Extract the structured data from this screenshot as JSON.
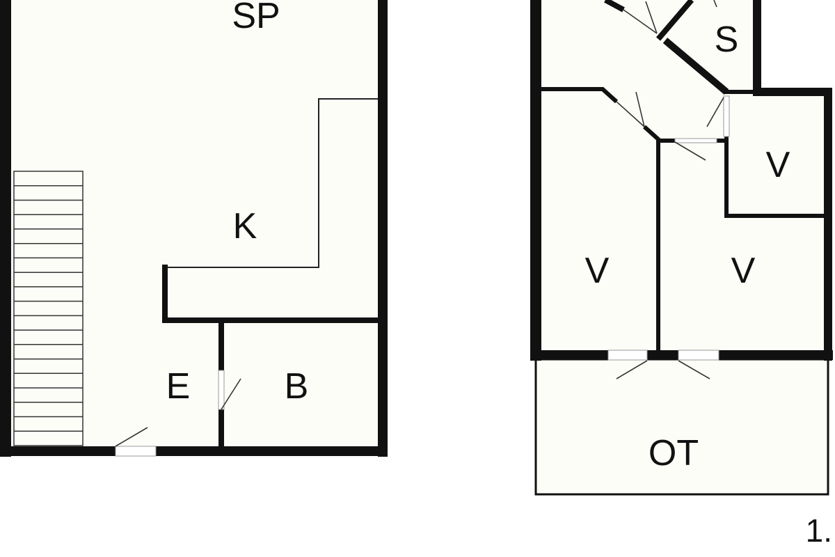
{
  "plan": {
    "colors": {
      "wall": "#111111",
      "floor": "#fcfdf7",
      "background": "#ffffff"
    },
    "rooms": {
      "sp": "SP",
      "k": "K",
      "e": "E",
      "b": "B",
      "s": "S",
      "v_top_right": "V",
      "v_left": "V",
      "v_right": "V",
      "ot": "OT"
    },
    "floor_number": "1."
  }
}
